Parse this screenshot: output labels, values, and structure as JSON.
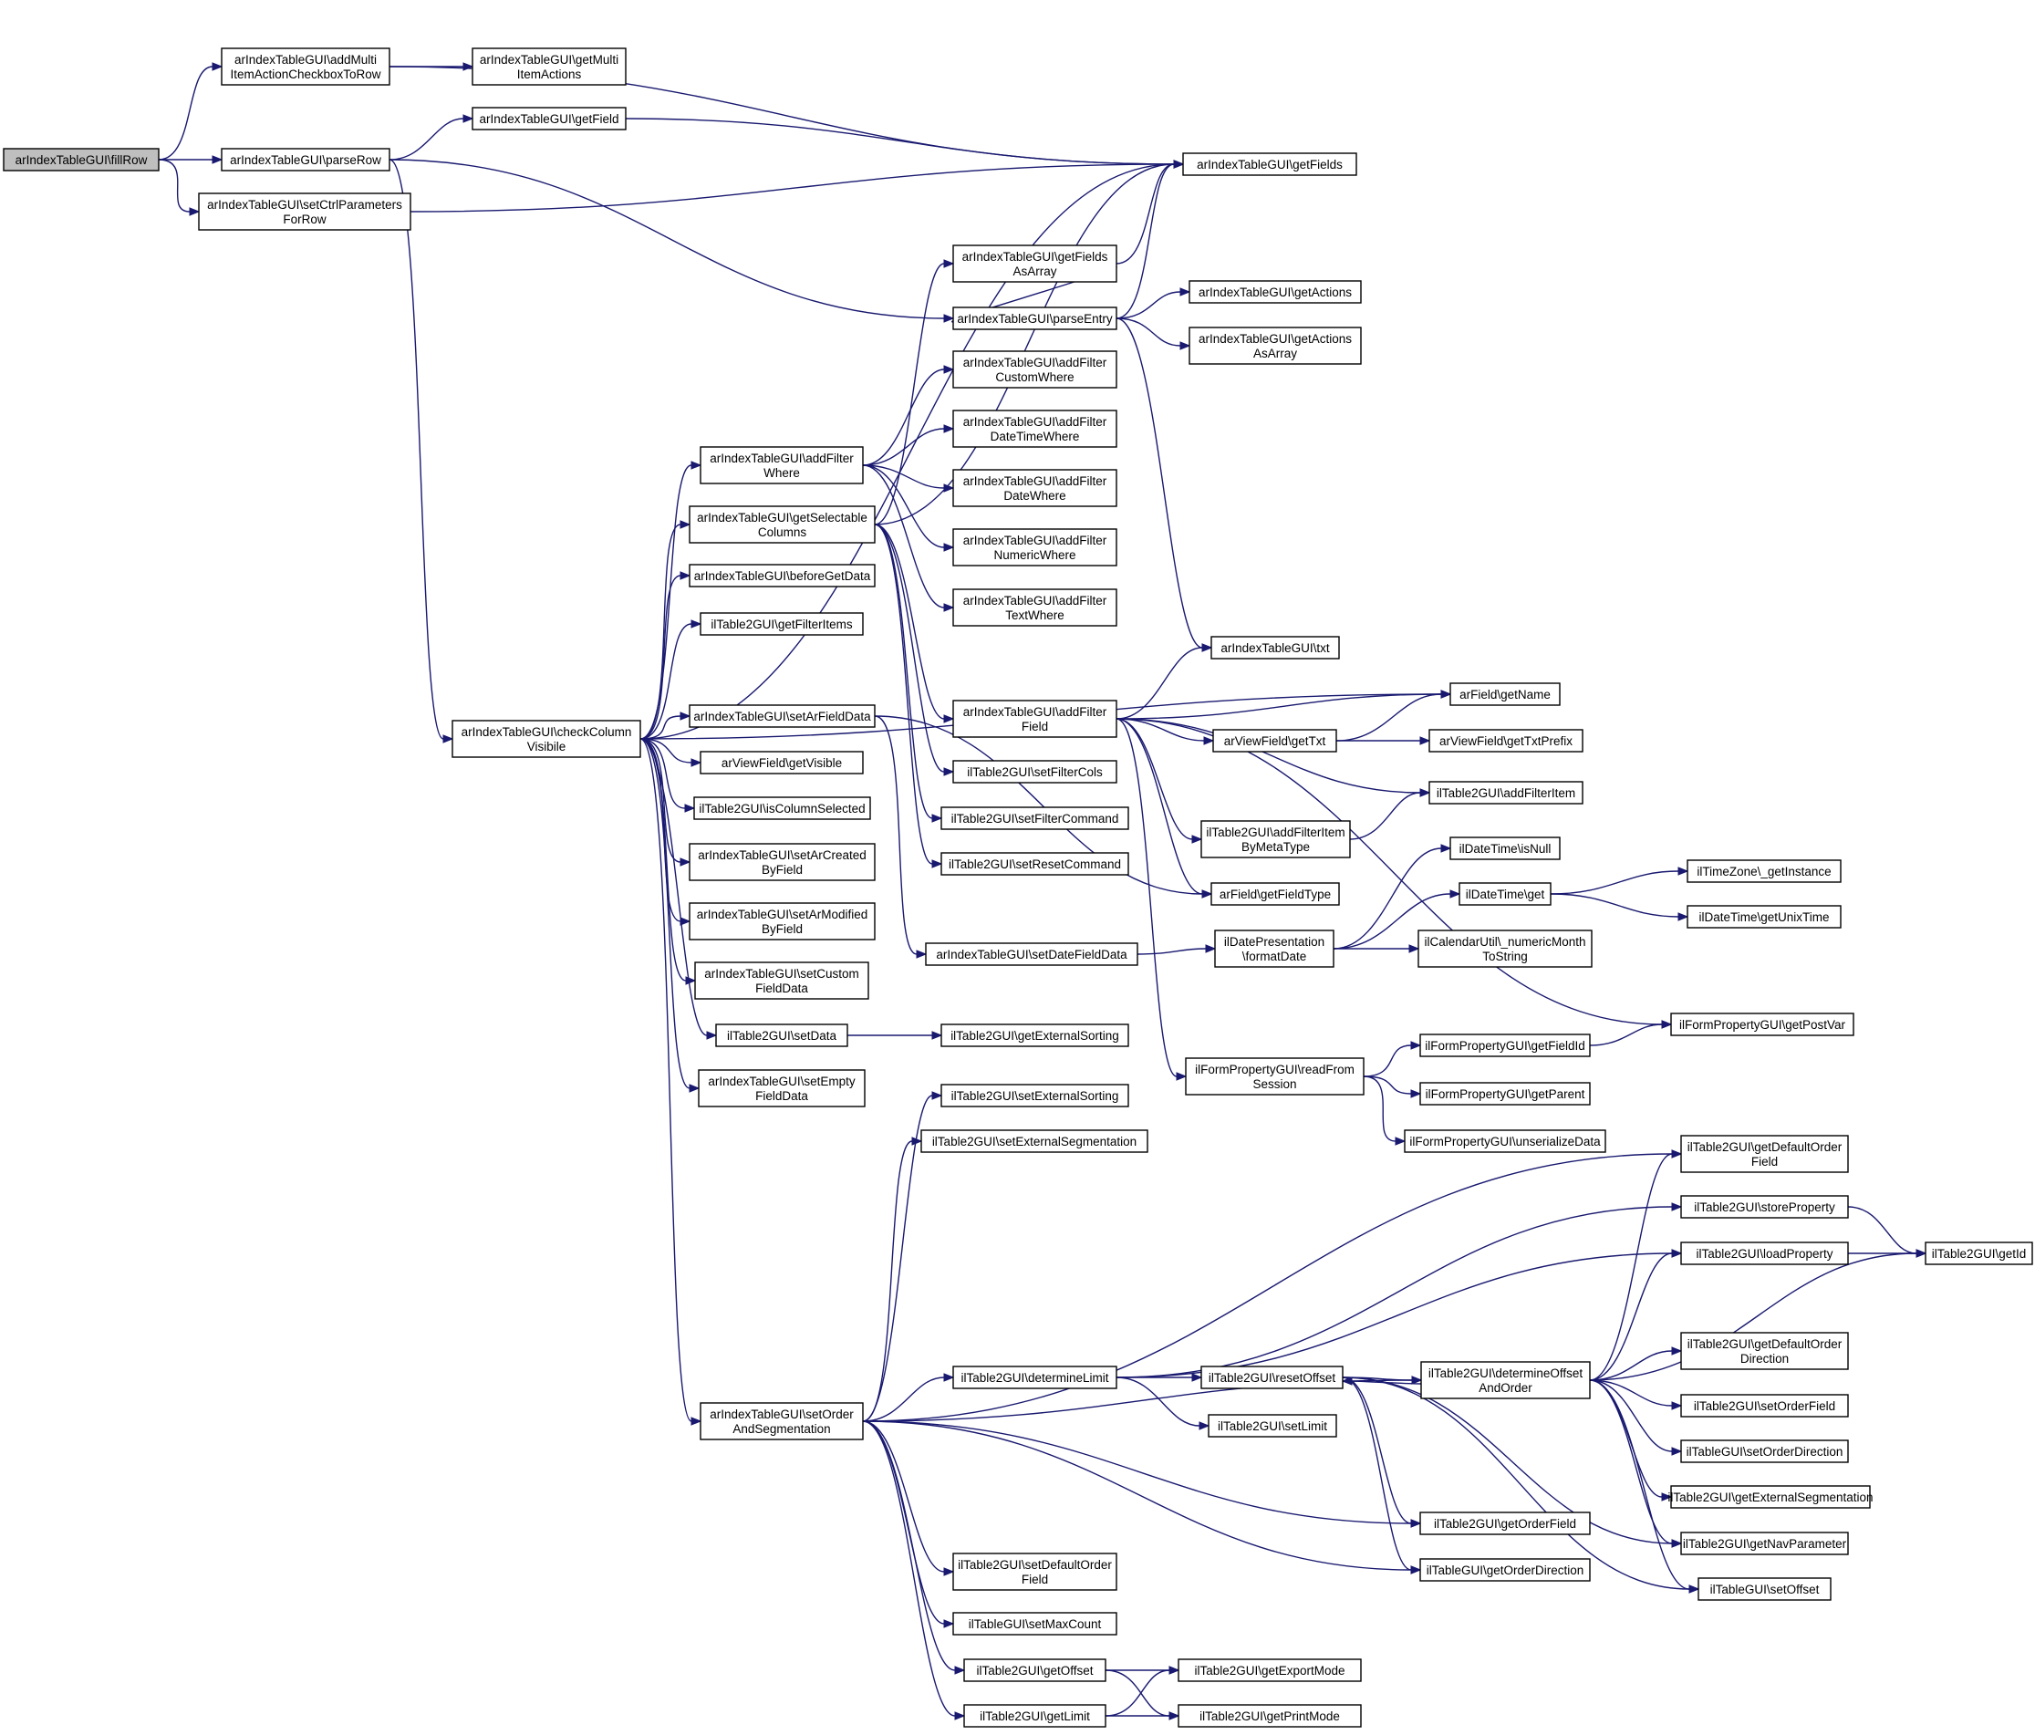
{
  "graph": {
    "nodes": [
      {
        "id": "fillRow",
        "lines": [
          "arIndexTableGUI\\fillRow"
        ],
        "root": true
      },
      {
        "id": "addMulti",
        "lines": [
          "arIndexTableGUI\\addMulti",
          "ItemActionCheckboxToRow"
        ]
      },
      {
        "id": "parseRow",
        "lines": [
          "arIndexTableGUI\\parseRow"
        ]
      },
      {
        "id": "setCtrl",
        "lines": [
          "arIndexTableGUI\\setCtrlParameters",
          "ForRow"
        ]
      },
      {
        "id": "getMulti",
        "lines": [
          "arIndexTableGUI\\getMulti",
          "ItemActions"
        ]
      },
      {
        "id": "getField",
        "lines": [
          "arIndexTableGUI\\getField"
        ]
      },
      {
        "id": "getFields",
        "lines": [
          "arIndexTableGUI\\getFields"
        ]
      },
      {
        "id": "getFieldsAsArray",
        "lines": [
          "arIndexTableGUI\\getFields",
          "AsArray"
        ]
      },
      {
        "id": "parseEntry",
        "lines": [
          "arIndexTableGUI\\parseEntry"
        ]
      },
      {
        "id": "getActions",
        "lines": [
          "arIndexTableGUI\\getActions"
        ]
      },
      {
        "id": "getActionsAsArray",
        "lines": [
          "arIndexTableGUI\\getActions",
          "AsArray"
        ]
      },
      {
        "id": "addFilterCustom",
        "lines": [
          "arIndexTableGUI\\addFilter",
          "CustomWhere"
        ]
      },
      {
        "id": "addFilterDateTime",
        "lines": [
          "arIndexTableGUI\\addFilter",
          "DateTimeWhere"
        ]
      },
      {
        "id": "addFilterDate",
        "lines": [
          "arIndexTableGUI\\addFilter",
          "DateWhere"
        ]
      },
      {
        "id": "addFilterNumeric",
        "lines": [
          "arIndexTableGUI\\addFilter",
          "NumericWhere"
        ]
      },
      {
        "id": "addFilterText",
        "lines": [
          "arIndexTableGUI\\addFilter",
          "TextWhere"
        ]
      },
      {
        "id": "addFilterWhere",
        "lines": [
          "arIndexTableGUI\\addFilter",
          "Where"
        ]
      },
      {
        "id": "getSelectable",
        "lines": [
          "arIndexTableGUI\\getSelectable",
          "Columns"
        ]
      },
      {
        "id": "beforeGetData",
        "lines": [
          "arIndexTableGUI\\beforeGetData"
        ]
      },
      {
        "id": "getFilterItems",
        "lines": [
          "ilTable2GUI\\getFilterItems"
        ]
      },
      {
        "id": "txt",
        "lines": [
          "arIndexTableGUI\\txt"
        ]
      },
      {
        "id": "checkColumn",
        "lines": [
          "arIndexTableGUI\\checkColumn",
          "Visibile"
        ]
      },
      {
        "id": "setArFieldData",
        "lines": [
          "arIndexTableGUI\\setArFieldData"
        ]
      },
      {
        "id": "addFilterField",
        "lines": [
          "arIndexTableGUI\\addFilter",
          "Field"
        ]
      },
      {
        "id": "getName",
        "lines": [
          "arField\\getName"
        ]
      },
      {
        "id": "getTxt",
        "lines": [
          "arViewField\\getTxt"
        ]
      },
      {
        "id": "getTxtPrefix",
        "lines": [
          "arViewField\\getTxtPrefix"
        ]
      },
      {
        "id": "getVisible",
        "lines": [
          "arViewField\\getVisible"
        ]
      },
      {
        "id": "setFilterCols",
        "lines": [
          "ilTable2GUI\\setFilterCols"
        ]
      },
      {
        "id": "addFilterItem",
        "lines": [
          "ilTable2GUI\\addFilterItem"
        ]
      },
      {
        "id": "isColumnSelected",
        "lines": [
          "ilTable2GUI\\isColumnSelected"
        ]
      },
      {
        "id": "setFilterCommand",
        "lines": [
          "ilTable2GUI\\setFilterCommand"
        ]
      },
      {
        "id": "addFilterItemByMeta",
        "lines": [
          "ilTable2GUI\\addFilterItem",
          "ByMetaType"
        ]
      },
      {
        "id": "isNull",
        "lines": [
          "ilDateTime\\isNull"
        ]
      },
      {
        "id": "setArCreated",
        "lines": [
          "arIndexTableGUI\\setArCreated",
          "ByField"
        ]
      },
      {
        "id": "setResetCommand",
        "lines": [
          "ilTable2GUI\\setResetCommand"
        ]
      },
      {
        "id": "getInstance",
        "lines": [
          "ilTimeZone\\_getInstance"
        ]
      },
      {
        "id": "getFieldType",
        "lines": [
          "arField\\getFieldType"
        ]
      },
      {
        "id": "dtGet",
        "lines": [
          "ilDateTime\\get"
        ]
      },
      {
        "id": "setArModified",
        "lines": [
          "arIndexTableGUI\\setArModified",
          "ByField"
        ]
      },
      {
        "id": "getUnixTime",
        "lines": [
          "ilDateTime\\getUnixTime"
        ]
      },
      {
        "id": "formatDate",
        "lines": [
          "ilDatePresentation",
          "\\formatDate"
        ]
      },
      {
        "id": "setDateFieldData",
        "lines": [
          "arIndexTableGUI\\setDateFieldData"
        ]
      },
      {
        "id": "numericMonth",
        "lines": [
          "ilCalendarUtil\\_numericMonth",
          "ToString"
        ]
      },
      {
        "id": "setCustomFieldData",
        "lines": [
          "arIndexTableGUI\\setCustom",
          "FieldData"
        ]
      },
      {
        "id": "getPostVar",
        "lines": [
          "ilFormPropertyGUI\\getPostVar"
        ]
      },
      {
        "id": "setData",
        "lines": [
          "ilTable2GUI\\setData"
        ]
      },
      {
        "id": "getExternalSorting",
        "lines": [
          "ilTable2GUI\\getExternalSorting"
        ]
      },
      {
        "id": "getFieldId",
        "lines": [
          "ilFormPropertyGUI\\getFieldId"
        ]
      },
      {
        "id": "readFromSession",
        "lines": [
          "ilFormPropertyGUI\\readFrom",
          "Session"
        ]
      },
      {
        "id": "setEmptyFieldData",
        "lines": [
          "arIndexTableGUI\\setEmpty",
          "FieldData"
        ]
      },
      {
        "id": "getParent",
        "lines": [
          "ilFormPropertyGUI\\getParent"
        ]
      },
      {
        "id": "setExternalSorting",
        "lines": [
          "ilTable2GUI\\setExternalSorting"
        ]
      },
      {
        "id": "setExternalSegmentation",
        "lines": [
          "ilTable2GUI\\setExternalSegmentation"
        ]
      },
      {
        "id": "unserializeData",
        "lines": [
          "ilFormPropertyGUI\\unserializeData"
        ]
      },
      {
        "id": "getDefaultOrderField",
        "lines": [
          "ilTable2GUI\\getDefaultOrder",
          "Field"
        ]
      },
      {
        "id": "storeProperty",
        "lines": [
          "ilTable2GUI\\storeProperty"
        ]
      },
      {
        "id": "getId",
        "lines": [
          "ilTable2GUI\\getId"
        ]
      },
      {
        "id": "loadProperty",
        "lines": [
          "ilTable2GUI\\loadProperty"
        ]
      },
      {
        "id": "getDefaultOrderDirection",
        "lines": [
          "ilTable2GUI\\getDefaultOrder",
          "Direction"
        ]
      },
      {
        "id": "determineLimit",
        "lines": [
          "ilTable2GUI\\determineLimit"
        ]
      },
      {
        "id": "resetOffset",
        "lines": [
          "ilTable2GUI\\resetOffset"
        ]
      },
      {
        "id": "determineOffset",
        "lines": [
          "ilTable2GUI\\determineOffset",
          "AndOrder"
        ]
      },
      {
        "id": "setOrderField",
        "lines": [
          "ilTable2GUI\\setOrderField"
        ]
      },
      {
        "id": "setOrderAndSeg",
        "lines": [
          "arIndexTableGUI\\setOrder",
          "AndSegmentation"
        ]
      },
      {
        "id": "setLimit",
        "lines": [
          "ilTable2GUI\\setLimit"
        ]
      },
      {
        "id": "setOrderDirection",
        "lines": [
          "ilTableGUI\\setOrderDirection"
        ]
      },
      {
        "id": "getExternalSegmentation",
        "lines": [
          "ilTable2GUI\\getExternalSegmentation"
        ]
      },
      {
        "id": "getOrderField",
        "lines": [
          "ilTable2GUI\\getOrderField"
        ]
      },
      {
        "id": "getNavParameter",
        "lines": [
          "ilTable2GUI\\getNavParameter"
        ]
      },
      {
        "id": "getOrderDirection",
        "lines": [
          "ilTableGUI\\getOrderDirection"
        ]
      },
      {
        "id": "setOffset",
        "lines": [
          "ilTableGUI\\setOffset"
        ]
      },
      {
        "id": "setDefaultOrderField",
        "lines": [
          "ilTable2GUI\\setDefaultOrder",
          "Field"
        ]
      },
      {
        "id": "setMaxCount",
        "lines": [
          "ilTableGUI\\setMaxCount"
        ]
      },
      {
        "id": "getOffset",
        "lines": [
          "ilTable2GUI\\getOffset"
        ]
      },
      {
        "id": "getExportMode",
        "lines": [
          "ilTable2GUI\\getExportMode"
        ]
      },
      {
        "id": "getLimit",
        "lines": [
          "ilTable2GUI\\getLimit"
        ]
      },
      {
        "id": "getPrintMode",
        "lines": [
          "ilTable2GUI\\getPrintMode"
        ]
      }
    ],
    "edges": [
      [
        "fillRow",
        "addMulti"
      ],
      [
        "fillRow",
        "parseRow"
      ],
      [
        "fillRow",
        "setCtrl"
      ],
      [
        "addMulti",
        "getFields"
      ],
      [
        "addMulti",
        "getMulti"
      ],
      [
        "parseRow",
        "getField"
      ],
      [
        "parseRow",
        "parseEntry"
      ],
      [
        "parseRow",
        "checkColumn"
      ],
      [
        "getField",
        "getFields"
      ],
      [
        "setCtrl",
        "getFields"
      ],
      [
        "getFieldsAsArray",
        "getFields"
      ],
      [
        "parseEntry",
        "getFields"
      ],
      [
        "parseEntry",
        "getFieldsAsArray"
      ],
      [
        "parseEntry",
        "getActions"
      ],
      [
        "parseEntry",
        "getActionsAsArray"
      ],
      [
        "parseEntry",
        "txt"
      ],
      [
        "checkColumn",
        "getFields"
      ],
      [
        "checkColumn",
        "addFilterWhere"
      ],
      [
        "checkColumn",
        "getSelectable"
      ],
      [
        "checkColumn",
        "beforeGetData"
      ],
      [
        "checkColumn",
        "getFilterItems"
      ],
      [
        "checkColumn",
        "getName"
      ],
      [
        "checkColumn",
        "setArFieldData"
      ],
      [
        "checkColumn",
        "getVisible"
      ],
      [
        "checkColumn",
        "isColumnSelected"
      ],
      [
        "checkColumn",
        "setArCreated"
      ],
      [
        "checkColumn",
        "setArModified"
      ],
      [
        "checkColumn",
        "setCustomFieldData"
      ],
      [
        "checkColumn",
        "setData"
      ],
      [
        "checkColumn",
        "setEmptyFieldData"
      ],
      [
        "checkColumn",
        "setOrderAndSeg"
      ],
      [
        "addFilterWhere",
        "addFilterCustom"
      ],
      [
        "addFilterWhere",
        "addFilterDateTime"
      ],
      [
        "addFilterWhere",
        "addFilterDate"
      ],
      [
        "addFilterWhere",
        "addFilterNumeric"
      ],
      [
        "addFilterWhere",
        "addFilterText"
      ],
      [
        "getSelectable",
        "getFields"
      ],
      [
        "getSelectable",
        "getFieldsAsArray"
      ],
      [
        "getSelectable",
        "addFilterField"
      ],
      [
        "getSelectable",
        "setFilterCols"
      ],
      [
        "getSelectable",
        "setFilterCommand"
      ],
      [
        "getSelectable",
        "setResetCommand"
      ],
      [
        "setArFieldData",
        "getFieldType"
      ],
      [
        "setArFieldData",
        "setDateFieldData"
      ],
      [
        "addFilterField",
        "txt"
      ],
      [
        "addFilterField",
        "getName"
      ],
      [
        "addFilterField",
        "getTxt"
      ],
      [
        "addFilterField",
        "addFilterItem"
      ],
      [
        "addFilterField",
        "addFilterItemByMeta"
      ],
      [
        "addFilterField",
        "getFieldType"
      ],
      [
        "addFilterField",
        "getPostVar"
      ],
      [
        "addFilterField",
        "readFromSession"
      ],
      [
        "getTxt",
        "getName"
      ],
      [
        "getTxt",
        "getTxtPrefix"
      ],
      [
        "addFilterItemByMeta",
        "addFilterItem"
      ],
      [
        "setDateFieldData",
        "formatDate"
      ],
      [
        "formatDate",
        "isNull"
      ],
      [
        "formatDate",
        "dtGet"
      ],
      [
        "formatDate",
        "numericMonth"
      ],
      [
        "dtGet",
        "getInstance"
      ],
      [
        "dtGet",
        "getUnixTime"
      ],
      [
        "setData",
        "getExternalSorting"
      ],
      [
        "readFromSession",
        "getFieldId"
      ],
      [
        "readFromSession",
        "getParent"
      ],
      [
        "readFromSession",
        "unserializeData"
      ],
      [
        "getFieldId",
        "getPostVar"
      ],
      [
        "setOrderAndSeg",
        "setExternalSorting"
      ],
      [
        "setOrderAndSeg",
        "setExternalSegmentation"
      ],
      [
        "setOrderAndSeg",
        "getDefaultOrderField"
      ],
      [
        "setOrderAndSeg",
        "determineOffset"
      ],
      [
        "setOrderAndSeg",
        "determineLimit"
      ],
      [
        "setOrderAndSeg",
        "getOrderField"
      ],
      [
        "setOrderAndSeg",
        "getOrderDirection"
      ],
      [
        "setOrderAndSeg",
        "setDefaultOrderField"
      ],
      [
        "setOrderAndSeg",
        "setMaxCount"
      ],
      [
        "setOrderAndSeg",
        "getOffset"
      ],
      [
        "setOrderAndSeg",
        "getLimit"
      ],
      [
        "determineLimit",
        "storeProperty"
      ],
      [
        "determineLimit",
        "loadProperty"
      ],
      [
        "determineLimit",
        "resetOffset"
      ],
      [
        "determineLimit",
        "setLimit"
      ],
      [
        "resetOffset",
        "determineOffset"
      ],
      [
        "resetOffset",
        "getNavParameter"
      ],
      [
        "resetOffset",
        "getOrderField"
      ],
      [
        "resetOffset",
        "getOrderDirection"
      ],
      [
        "resetOffset",
        "setOffset"
      ],
      [
        "determineOffset",
        "resetOffset"
      ],
      [
        "determineOffset",
        "getDefaultOrderField"
      ],
      [
        "determineOffset",
        "loadProperty"
      ],
      [
        "determineOffset",
        "getId"
      ],
      [
        "determineOffset",
        "getDefaultOrderDirection"
      ],
      [
        "determineOffset",
        "setOrderField"
      ],
      [
        "determineOffset",
        "setOrderDirection"
      ],
      [
        "determineOffset",
        "getExternalSegmentation"
      ],
      [
        "determineOffset",
        "getNavParameter"
      ],
      [
        "determineOffset",
        "setOffset"
      ],
      [
        "storeProperty",
        "getId"
      ],
      [
        "loadProperty",
        "getId"
      ],
      [
        "getOffset",
        "getExportMode"
      ],
      [
        "getOffset",
        "getPrintMode"
      ],
      [
        "getLimit",
        "getExportMode"
      ],
      [
        "getLimit",
        "getPrintMode"
      ]
    ]
  }
}
